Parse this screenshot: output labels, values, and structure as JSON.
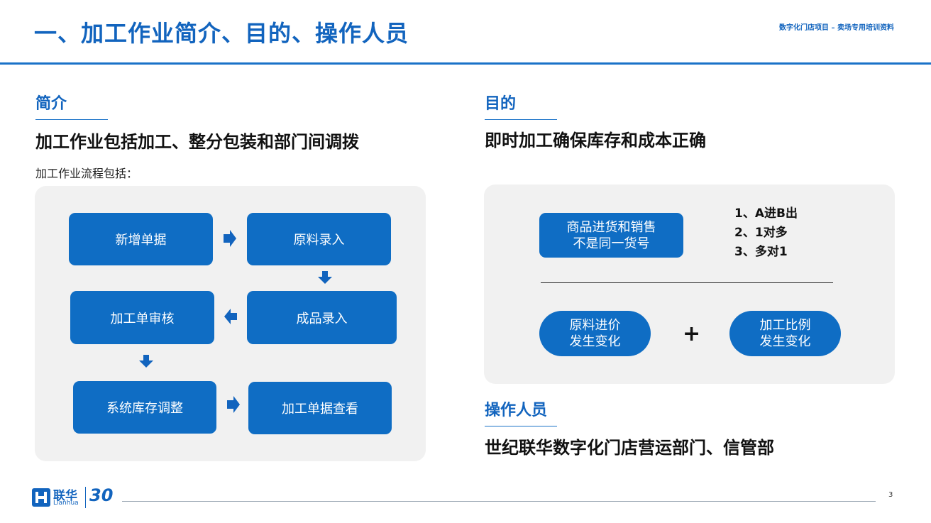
{
  "header": {
    "title": "一、加工作业简介、目的、操作人员",
    "subtitle": "数字化门店项目 – 卖场专用培训资料"
  },
  "intro": {
    "heading": "简介",
    "statement": "加工作业包括加工、整分包装和部门间调拨",
    "note": "加工作业流程包括：",
    "flow_steps": [
      "新增单据",
      "原料录入",
      "成品录入",
      "加工单审核",
      "系统库存调整",
      "加工单据查看"
    ]
  },
  "purpose": {
    "heading": "目的",
    "statement": "即时加工确保库存和成本正确",
    "box_line1": "商品进货和销售",
    "box_line2": "不是同一货号",
    "cases": [
      "1、A进B出",
      "2、1对多",
      "3、多对1"
    ],
    "pill_left_line1": "原料进价",
    "pill_left_line2": "发生变化",
    "plus": "+",
    "pill_right_line1": "加工比例",
    "pill_right_line2": "发生变化"
  },
  "operators": {
    "heading": "操作人员",
    "statement": "世纪联华数字化门店营运部门、信管部"
  },
  "footer": {
    "logo_name": "联华",
    "logo_sub": "Lianhua",
    "anniversary": "30",
    "page_number": "3"
  },
  "colors": {
    "accent": "#1264be",
    "box": "#0f6dc4",
    "panel": "#f1f1f1"
  }
}
